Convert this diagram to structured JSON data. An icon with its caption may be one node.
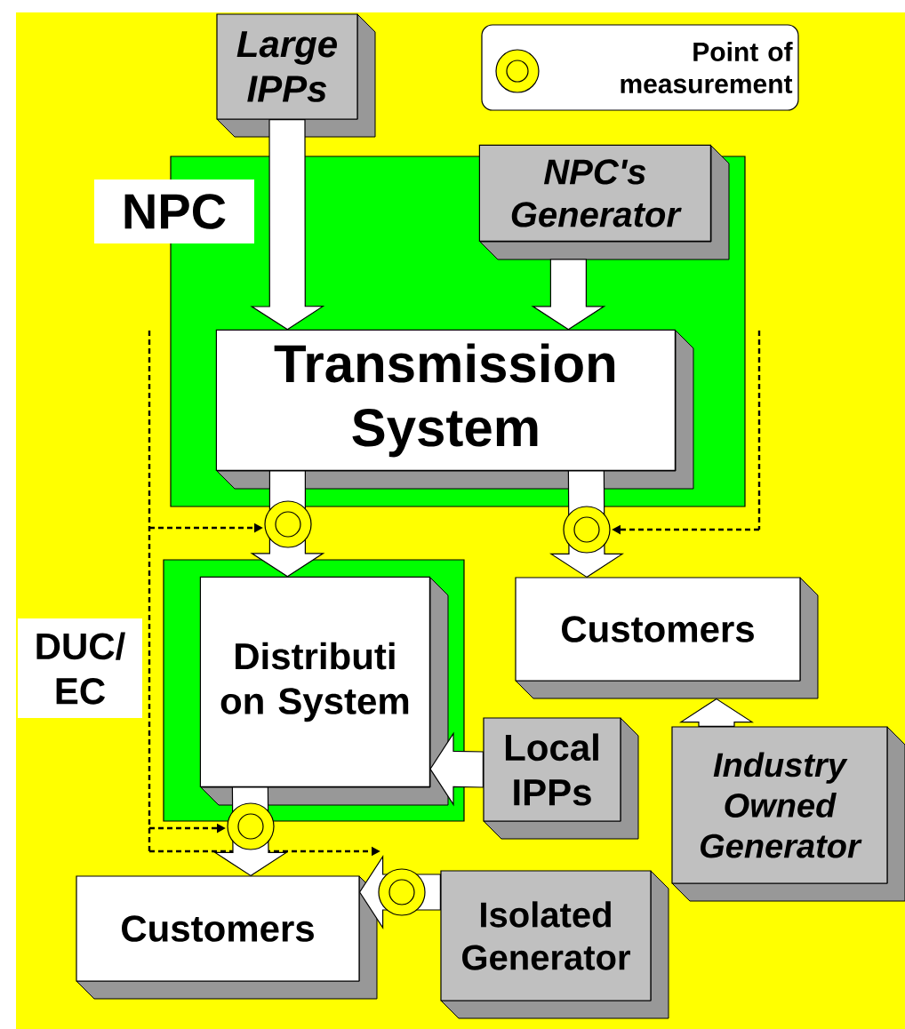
{
  "diagram": {
    "nodes": [
      {
        "text": [
          "NPC"
        ]
      },
      {
        "text": [
          "Large IPPs"
        ]
      },
      {
        "text": [
          "NPC's Generator"
        ],
        "in": 0
      },
      {
        "text": [
          "Transmission System"
        ],
        "in": 0
      },
      {
        "text": [
          "DUC/ EC"
        ]
      },
      {
        "text": [
          "Distributi on System"
        ],
        "in": 4
      },
      {
        "text": [
          "Customers"
        ]
      },
      {
        "text": [
          "Local IPPs"
        ]
      },
      {
        "text": [
          "Industry Owned Generator"
        ]
      },
      {
        "text": [
          "Customers"
        ]
      },
      {
        "text": [
          "Isolated Generator"
        ]
      }
    ],
    "edges": [
      {
        "from": 1,
        "to": 3,
        "arrow": "to"
      },
      {
        "from": 2,
        "to": 3,
        "arrow": "to"
      },
      {
        "from": 3,
        "to": 5,
        "arrow": "to"
      },
      {
        "from": 3,
        "to": 6,
        "arrow": "to"
      },
      {
        "from": 8,
        "to": 6,
        "arrow": "to"
      },
      {
        "from": 7,
        "to": 5,
        "arrow": "to"
      },
      {
        "from": 5,
        "to": 9,
        "arrow": "to"
      },
      {
        "from": 10,
        "to": 9,
        "arrow": "to"
      }
    ],
    "legend": [
      {
        "text": "Point of measurement"
      }
    ]
  }
}
